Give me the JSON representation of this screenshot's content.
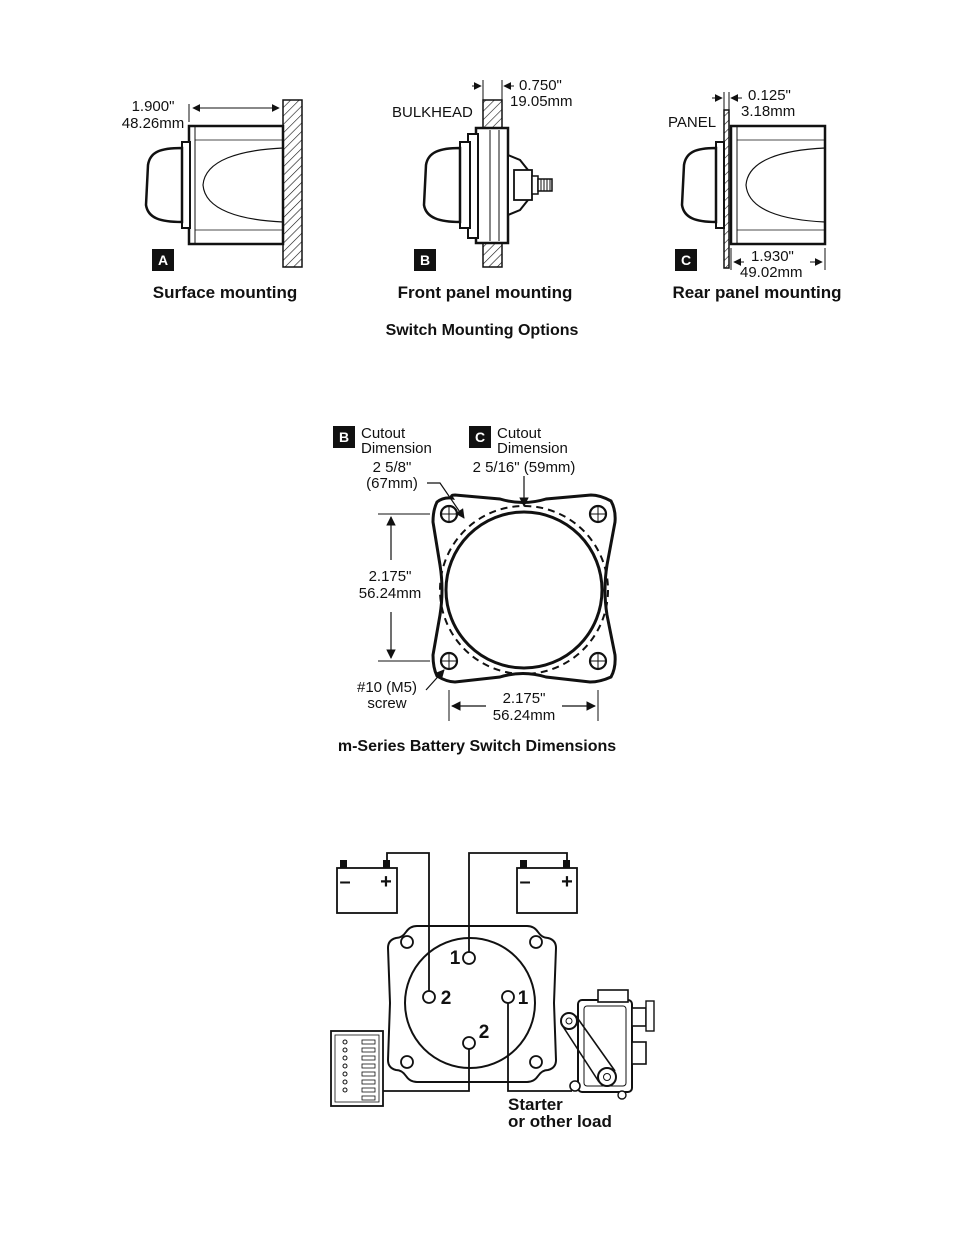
{
  "mounting": {
    "a": {
      "badge": "A",
      "caption": "Surface mounting",
      "dim_in": "1.900\"",
      "dim_mm": "48.26mm"
    },
    "b": {
      "badge": "B",
      "caption": "Front panel mounting",
      "bulkhead": "BULKHEAD",
      "dim_in": "0.750\"",
      "dim_mm": "19.05mm"
    },
    "c": {
      "badge": "C",
      "caption": "Rear panel mounting",
      "panel": "PANEL",
      "dim_in": "0.125\"",
      "dim_mm": "3.18mm",
      "dim2_in": "1.930\"",
      "dim2_mm": "49.02mm"
    },
    "title": "Switch Mounting Options"
  },
  "dimensions": {
    "b_badge": "B",
    "b_line1": "Cutout",
    "b_line2": "Dimension",
    "b_size": "2 5/8\"",
    "b_size_mm": "(67mm)",
    "c_badge": "C",
    "c_line1": "Cutout",
    "c_line2": "Dimension",
    "c_size": "2 5/16\" (59mm)",
    "vert_in": "2.175\"",
    "vert_mm": "56.24mm",
    "horiz_in": "2.175\"",
    "horiz_mm": "56.24mm",
    "screw_1": "#10 (M5)",
    "screw_2": "screw",
    "title_prefix": "m",
    "title_rest": "-Series Battery Switch Dimensions"
  },
  "wiring": {
    "battery_neg": "–",
    "battery_pos": "+",
    "terminal_top": "1",
    "terminal_left": "2",
    "terminal_right": "1",
    "terminal_bottom": "2",
    "load_line1": "Starter",
    "load_line2": "or other load"
  }
}
